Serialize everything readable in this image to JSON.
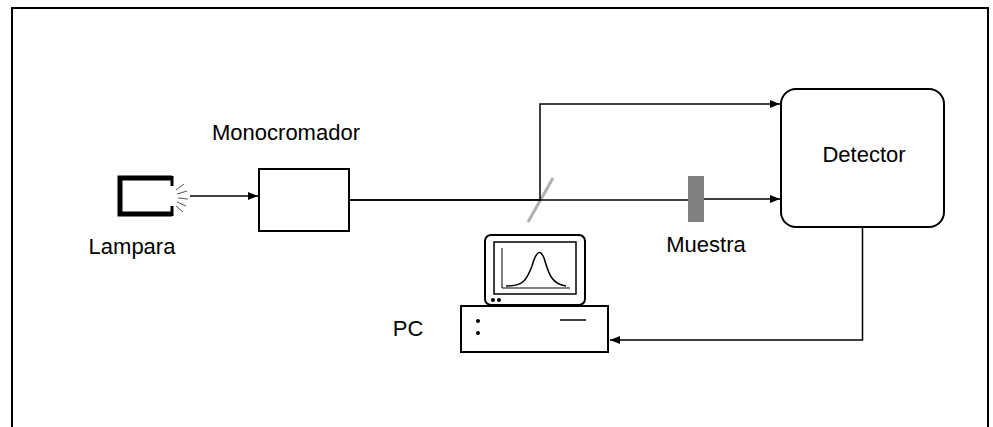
{
  "diagram": {
    "nodes": [
      {
        "text": [
          "Lampara"
        ]
      },
      {
        "text": [
          "Monocromador"
        ]
      },
      {
        "text": [
          "Muestra"
        ]
      },
      {
        "text": [
          "Detector"
        ]
      },
      {
        "text": [
          "PC"
        ]
      }
    ],
    "edges": [
      {
        "from": 0,
        "to": 1,
        "arrow": "to"
      },
      {
        "from": 1,
        "to": 2,
        "arrow": "none"
      },
      {
        "from": 2,
        "to": 3,
        "arrow": "to"
      },
      {
        "from": 1,
        "to": 3,
        "arrow": "to"
      },
      {
        "from": 3,
        "to": 4,
        "arrow": "to"
      }
    ]
  }
}
